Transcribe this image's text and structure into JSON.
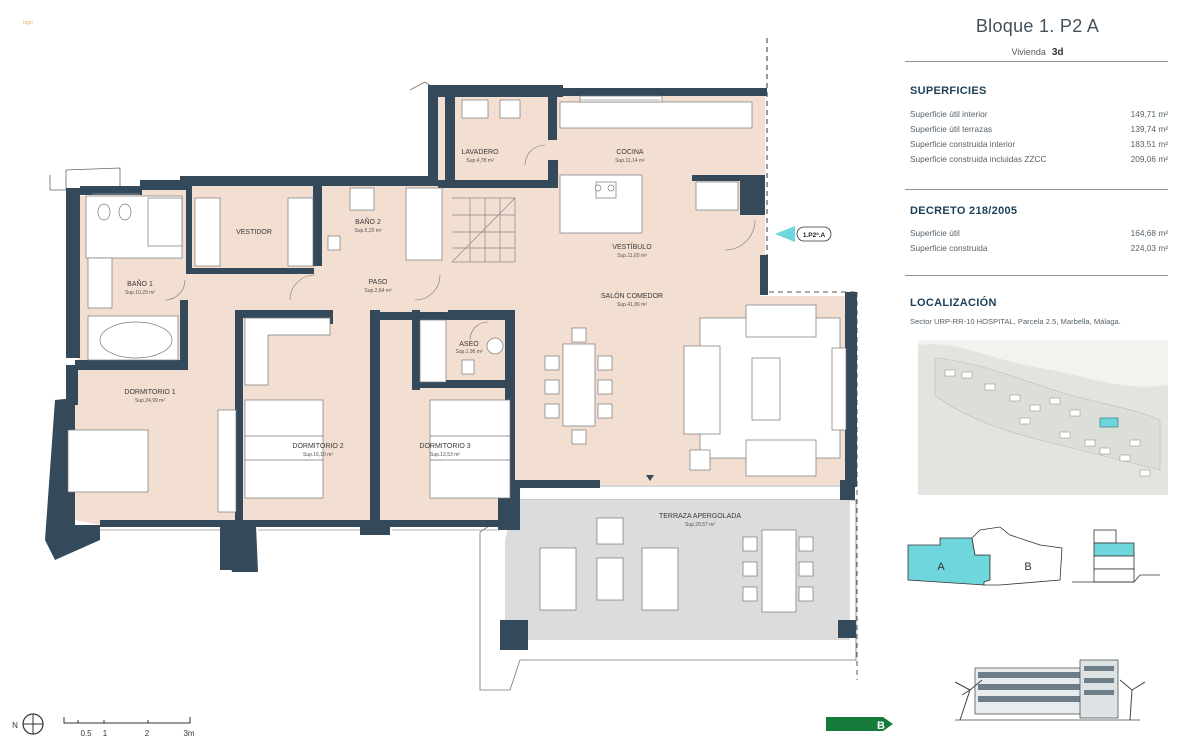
{
  "header": {
    "logo_text": "logo",
    "title": "Bloque 1. P2 A",
    "vivienda_label": "Vivienda",
    "vivienda_value": "3d"
  },
  "superficies": {
    "heading": "SUPERFICIES",
    "rows": [
      {
        "label": "Superficie útil interior",
        "value": "149,71 m²"
      },
      {
        "label": "Superficie útil terrazas",
        "value": "139,74 m²"
      },
      {
        "label": "Superficie construida interior",
        "value": "183,51 m²"
      },
      {
        "label": "Superficie construida incluidas ZZCC",
        "value": "209,06 m²"
      }
    ]
  },
  "decreto": {
    "heading": "DECRETO 218/2005",
    "rows": [
      {
        "label": "Superficie útil",
        "value": "164,68 m²"
      },
      {
        "label": "Superficie construida",
        "value": "224,03 m²"
      }
    ]
  },
  "localizacion": {
    "heading": "LOCALIZACIÓN",
    "text": "Sector URP-RR-10 HOSPITAL, Parcela 2.5, Marbella, Málaga."
  },
  "blocks": {
    "a_label": "A",
    "b_label": "B"
  },
  "entry_tag": "1.P2ª.A",
  "rooms": {
    "lavadero": {
      "name": "LAVADERO",
      "sup": "Sup.4,78 m²"
    },
    "cocina": {
      "name": "COCINA",
      "sup": "Sup.11,14 m²"
    },
    "vestidor": {
      "name": "VESTIDOR",
      "sup": ""
    },
    "bano2": {
      "name": "BAÑO 2",
      "sup": "Sup.5,20 m²"
    },
    "bano1": {
      "name": "BAÑO 1",
      "sup": "Sup.10,29 m²"
    },
    "vestibulo": {
      "name": "VESTÍBULO",
      "sup": "Sup.11,65 m²"
    },
    "paso": {
      "name": "PASO",
      "sup": "Sup.2,64 m²"
    },
    "salon": {
      "name": "SALÓN COMEDOR",
      "sup": "Sup.41,86 m²"
    },
    "aseo": {
      "name": "ASEO",
      "sup": "Sup.1,96 m²"
    },
    "dorm1": {
      "name": "DORMITORIO 1",
      "sup": "Sup.24,99 m²"
    },
    "dorm2": {
      "name": "DORMITORIO 2",
      "sup": "Sup.16,10 m²"
    },
    "dorm3": {
      "name": "DORMITORIO 3",
      "sup": "Sup.13,53 m²"
    },
    "terraza": {
      "name": "TERRAZA APERGOLADA",
      "sup": "Sup.29,57 m²"
    }
  },
  "scale": {
    "north": "N",
    "t0": "0.5",
    "t1": "1",
    "t2": "2",
    "t3": "3m"
  },
  "nav": {
    "next_label": "B"
  },
  "colors": {
    "wall": "#34495a",
    "floor": "#f3ded2",
    "terrace": "#dcdcdc",
    "accent": "#6ed6dc",
    "heading": "#1d3f57",
    "arrow": "#157a3a"
  }
}
